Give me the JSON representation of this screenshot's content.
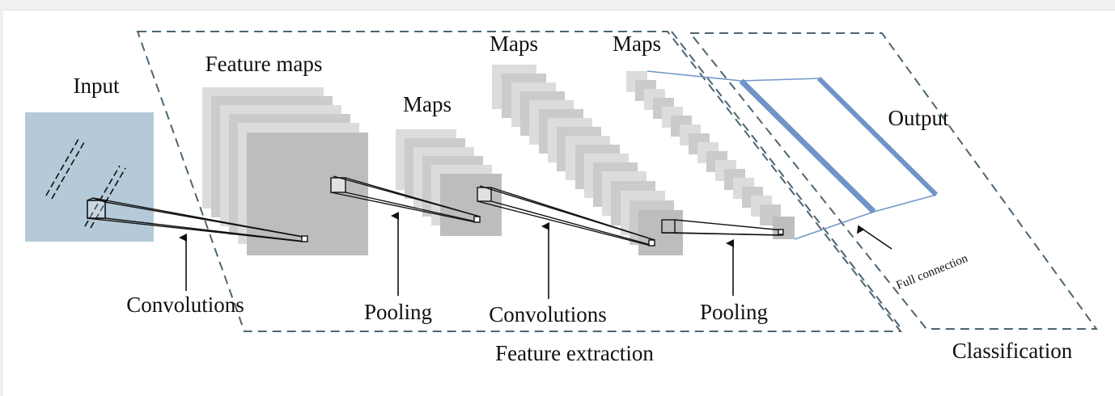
{
  "labels": {
    "input": "Input",
    "feature_maps": "Feature maps",
    "maps_1": "Maps",
    "maps_2": "Maps",
    "maps_3": "Maps",
    "output": "Output",
    "convolutions_1": "Convolutions",
    "pooling_1": "Pooling",
    "convolutions_2": "Convolutions",
    "pooling_2": "Pooling",
    "full_connection": "Full connection",
    "feature_extraction": "Feature extraction",
    "classification": "Classification"
  },
  "colors": {
    "input_fill": "#b4cad8",
    "map_light": "#dcdcdc",
    "map_mid": "#cbcbcb",
    "map_dark": "#bdbdbd",
    "dash": "#4d6472",
    "output_line": "#7397c8",
    "text": "#111111"
  }
}
